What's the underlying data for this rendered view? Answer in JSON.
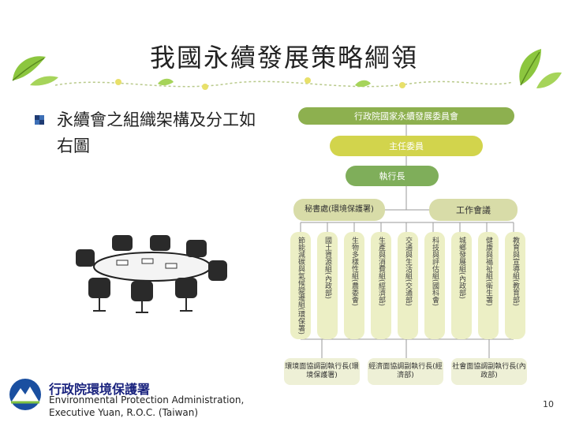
{
  "slide": {
    "title": "我國永續發展策略綱領",
    "bullet_text": "永續會之組織架構及分工如右圖",
    "page_number": "10"
  },
  "org_chart": {
    "top": "行政院國家永續發展委員會",
    "chair": "主任委員",
    "ceo": "執行長",
    "secretariat": "秘書處(環境保護署)",
    "work_meeting": "工作會議",
    "groups": [
      "節能減碳與氣候變遷組(環保署)",
      "國土資源組(內政部)",
      "生物多樣性組(農委會)",
      "生產與消費組(經濟部)",
      "交通與生活組(交通部)",
      "科技與評估組(國科會)",
      "城鄉發展組(內政部)",
      "健康與福祉組(衛生署)",
      "教育與宣導組(教育部)"
    ],
    "bottom": [
      "環境面協調副執行長(環境保護署)",
      "經濟面協調副執行長(經濟部)",
      "社會面協調副執行長(內政部)"
    ]
  },
  "footer": {
    "agency_zh": "行政院環境保護署",
    "agency_en_line1": "Environmental Protection Administration,",
    "agency_en_line2": "Executive Yuan, R.O.C. (Taiwan)"
  },
  "colors": {
    "leaf_green": "#8cc63f",
    "org_green": "#8db04f",
    "org_yellow": "#d2d44c",
    "group_fill": "#ecefc5",
    "logo_blue": "#1a4fa0"
  }
}
